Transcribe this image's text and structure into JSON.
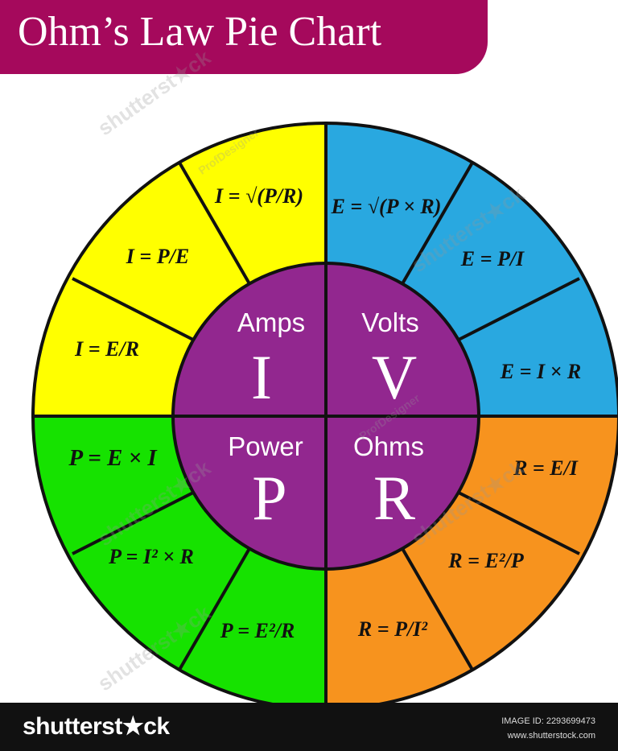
{
  "title": "Ohm’s Law Pie Chart",
  "colors": {
    "banner": "#a5095c",
    "amps": "#ffff00",
    "volts": "#29a8e0",
    "ohms": "#f7931e",
    "power": "#16e200",
    "center": "#92278f",
    "outline": "#111111"
  },
  "quadrants": {
    "amps": {
      "label": "Amps",
      "symbol": "I"
    },
    "volts": {
      "label": "Volts",
      "symbol": "V"
    },
    "power": {
      "label": "Power",
      "symbol": "P"
    },
    "ohms": {
      "label": "Ohms",
      "symbol": "R"
    }
  },
  "formulas": {
    "amps": [
      "I = √(P/R)",
      "I = P/E",
      "I = E/R"
    ],
    "volts": [
      "E = √(P × R)",
      "E = P/I",
      "E = I × R"
    ],
    "ohms": [
      "R = E/I",
      "R = E²/P",
      "R = P/I²"
    ],
    "power": [
      "P = E × I",
      "P = I² × R",
      "P = E²/R"
    ]
  },
  "watermarks": [
    "shutterst★ck",
    "ProfDesigner"
  ],
  "footer": {
    "brand": "shutterst★ck",
    "image_id": "IMAGE ID: 2293699473",
    "site": "www.shutterstock.com"
  }
}
